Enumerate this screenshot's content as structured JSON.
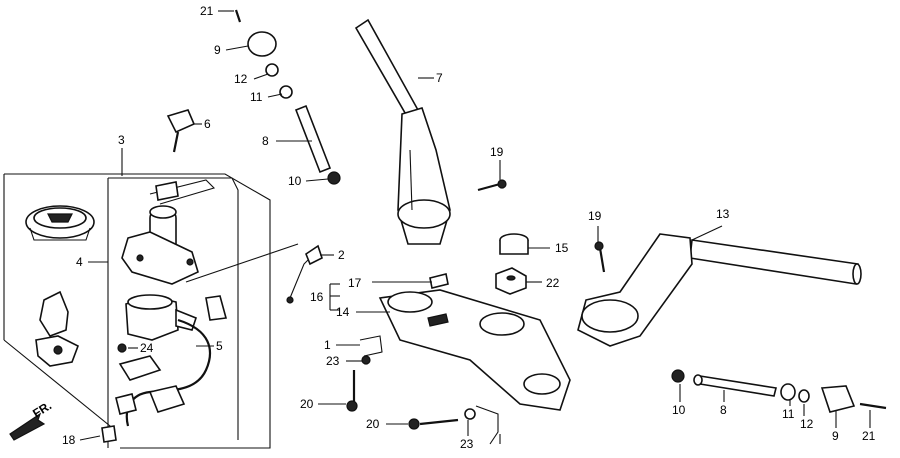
{
  "callouts": {
    "c1": "1",
    "c2": "2",
    "c3": "3",
    "c4": "4",
    "c5": "5",
    "c6": "6",
    "c7": "7",
    "c8a": "8",
    "c8b": "8",
    "c9a": "9",
    "c9b": "9",
    "c10a": "10",
    "c10b": "10",
    "c11a": "11",
    "c11b": "11",
    "c12a": "12",
    "c12b": "12",
    "c13": "13",
    "c14": "14",
    "c15": "15",
    "c16": "16",
    "c17": "17",
    "c18": "18",
    "c19a": "19",
    "c19b": "19",
    "c20a": "20",
    "c20b": "20",
    "c21a": "21",
    "c21b": "21",
    "c22": "22",
    "c23a": "23",
    "c23b": "23",
    "c24": "24"
  },
  "front_label": "FR."
}
